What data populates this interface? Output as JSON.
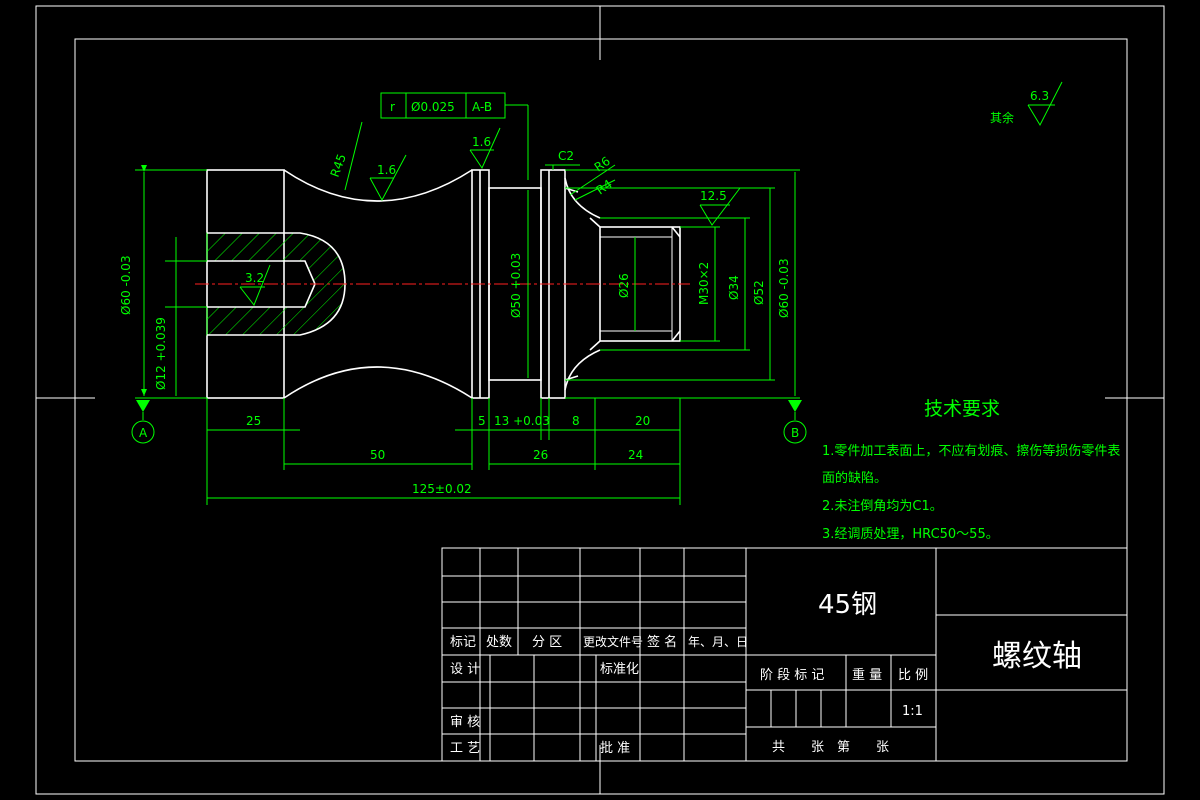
{
  "dims": {
    "dia_left": "Ø60 -0.03",
    "dia_bore": "Ø12 +0.039",
    "dia_mid": "Ø50 +0.03",
    "dia_inner": "Ø26",
    "thread": "M30×2",
    "dia_34": "Ø34",
    "dia_52": "Ø52",
    "dia_right": "Ø60 -0.03",
    "len_25": "25",
    "len_5": "5",
    "len_13": "13 +0.03",
    "len_8": "8",
    "len_20": "20",
    "len_50": "50",
    "len_26": "26",
    "len_24": "24",
    "len_total": "125±0.02",
    "radius_r45": "R45",
    "radius_r6": "R6",
    "radius_r4": "R4",
    "chamfer": "C2",
    "rough_16a": "1.6",
    "rough_16b": "1.6",
    "rough_32": "3.2",
    "rough_125": "12.5",
    "rough_rest": "6.3",
    "rough_rest_label": "其余"
  },
  "tolerance_frame": {
    "symbol": "r",
    "value": "Ø0.025",
    "datum": "A-B"
  },
  "datums": {
    "a": "A",
    "b": "B"
  },
  "tech_requirements": {
    "title": "技术要求",
    "items": [
      "1.零件加工表面上，不应有划痕、擦伤等损伤零件表",
      "面的缺陷。",
      "2.未注倒角均为C1。",
      "3.经调质处理，HRC50～55。"
    ]
  },
  "title_block": {
    "material": "45钢",
    "part_name": "螺纹轴",
    "headers": [
      "标记",
      "处数",
      "分 区",
      "更改文件号",
      "签 名",
      "年、月、日"
    ],
    "design": "设 计",
    "standardize": "标准化",
    "review": "审 核",
    "process": "工 艺",
    "approve": "批 准",
    "stage_mark": "阶 段 标 记",
    "weight": "重 量",
    "scale_label": "比 例",
    "scale": "1:1",
    "sheets": "共　　张　第　　张"
  }
}
